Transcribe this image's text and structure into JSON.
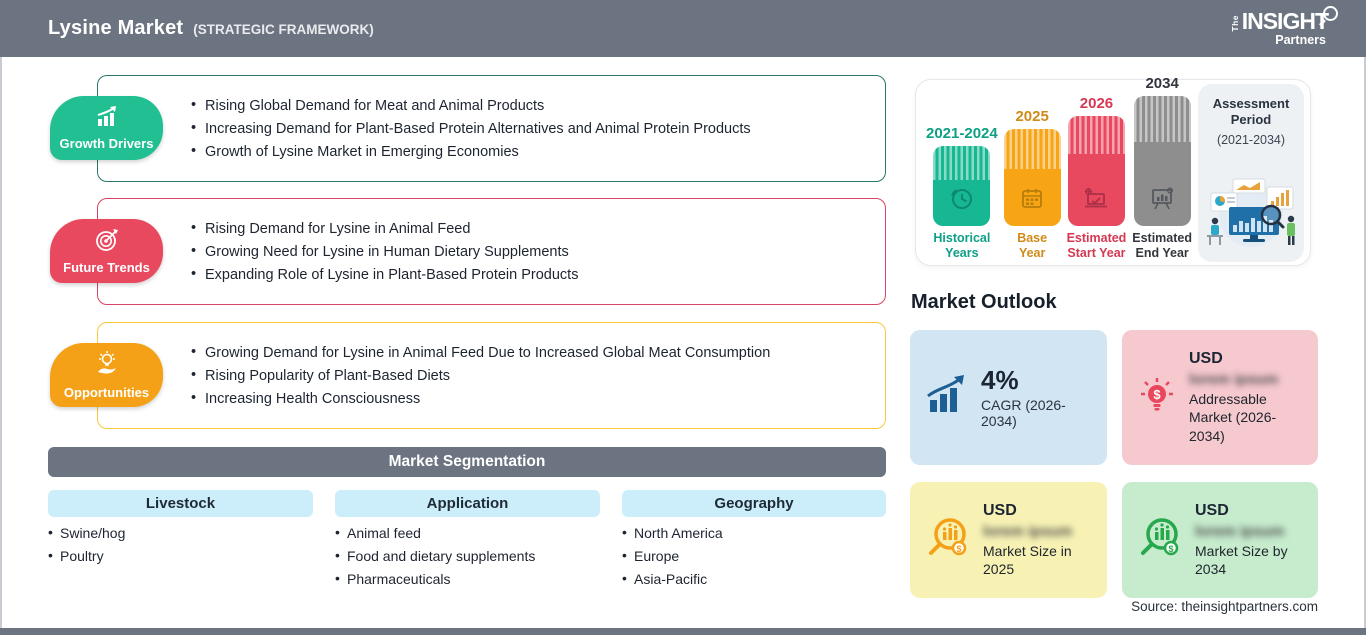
{
  "header": {
    "title": "Lysine Market",
    "subtitle": "(STRATEGIC FRAMEWORK)",
    "logo": {
      "the": "The",
      "insight": "INSIGHT",
      "partners": "Partners"
    }
  },
  "framework": {
    "sections": [
      {
        "label": "Growth Drivers",
        "icon": "growth-chart-icon",
        "accent": "#22bf93",
        "border": "#27796b",
        "items": [
          "Rising Global Demand for Meat and Animal Products",
          "Increasing Demand for Plant-Based Protein Alternatives and Animal Protein Products",
          "Growth of Lysine Market in Emerging Economies"
        ]
      },
      {
        "label": "Future Trends",
        "icon": "target-dart-icon",
        "accent": "#e8495f",
        "border": "#d84465",
        "items": [
          "Rising Demand for Lysine in Animal Feed",
          "Growing Need for Lysine in Human Dietary Supplements",
          "Expanding Role of Lysine in Plant-Based Protein Products"
        ]
      },
      {
        "label": "Opportunities",
        "icon": "bulb-hand-icon",
        "accent": "#f5a118",
        "border": "#f8c93f",
        "items": [
          "Growing Demand for Lysine in Animal Feed Due to Increased Global Meat Consumption",
          "Rising Popularity of Plant-Based Diets",
          "Increasing Health Consciousness"
        ]
      }
    ]
  },
  "segmentation": {
    "title": "Market Segmentation",
    "columns": [
      {
        "header": "Livestock",
        "items": [
          "Swine/hog",
          "Poultry"
        ]
      },
      {
        "header": "Application",
        "items": [
          "Animal feed",
          "Food and dietary supplements",
          "Pharmaceuticals"
        ]
      },
      {
        "header": "Geography",
        "items": [
          "North America",
          "Europe",
          "Asia-Pacific"
        ]
      }
    ]
  },
  "timeline": {
    "bars": [
      {
        "year": "2021-2024",
        "label_line1": "Historical",
        "label_line2": "Years",
        "color": "#17b794",
        "icon": "history-clock-icon"
      },
      {
        "year": "2025",
        "label_line1": "Base",
        "label_line2": "Year",
        "color": "#f7a415",
        "icon": "calendar-icon"
      },
      {
        "year": "2026",
        "label_line1": "Estimated",
        "label_line2": "Start Year",
        "color": "#e8495f",
        "icon": "computer-gear-icon"
      },
      {
        "year": "2034",
        "label_line1": "Estimated",
        "label_line2": "End Year",
        "color": "#8e8e8e",
        "icon": "presentation-chart-icon"
      }
    ],
    "assessment": {
      "title": "Assessment Period",
      "range": "(2021-2034)"
    }
  },
  "outlook": {
    "title": "Market Outlook",
    "cards": [
      {
        "value": "4%",
        "label": "CAGR (2026-2034)",
        "icon": "bar-growth-icon",
        "bg": "#d2e5f2"
      },
      {
        "currency": "USD",
        "masked_value": "lorem ipsum",
        "label": "Addressable Market (2026-2034)",
        "icon": "bulb-dollar-icon",
        "bg": "#f6c9cf"
      },
      {
        "currency": "USD",
        "masked_value": "lorem ipsum",
        "label": "Market Size in 2025",
        "icon": "magnifier-chart-icon",
        "bg": "#f7f2b4"
      },
      {
        "currency": "USD",
        "masked_value": "lorem ipsum",
        "label": "Market Size by 2034",
        "icon": "magnifier-chart-icon",
        "bg": "#c6eccd"
      }
    ]
  },
  "source": "Source: theinsightpartners.com"
}
